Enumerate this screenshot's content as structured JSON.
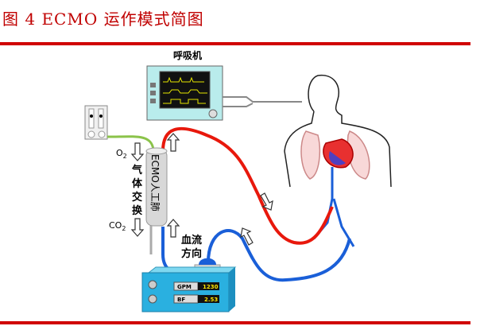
{
  "title": "图 4   ECMO 运作模式简图",
  "diagram": {
    "ventilator_label": "呼吸机",
    "o2_label": "O",
    "o2_sub": "2",
    "co2_label": "CO",
    "co2_sub": "2",
    "gas_exchange": [
      "气",
      "体",
      "交",
      "换"
    ],
    "oxygenator_label": "ECMO人工肺",
    "blood_flow": [
      "血流",
      "方向"
    ],
    "pump": {
      "gpm_label": "GPM",
      "gpm_value": "1230",
      "bf_label": "BF",
      "bf_value": "2.53"
    }
  },
  "colors": {
    "accent": "#d00000",
    "arterial": "#e8180c",
    "venous": "#1a5fd8",
    "gas": "#8bc34a",
    "device": "#2ab0e0"
  }
}
